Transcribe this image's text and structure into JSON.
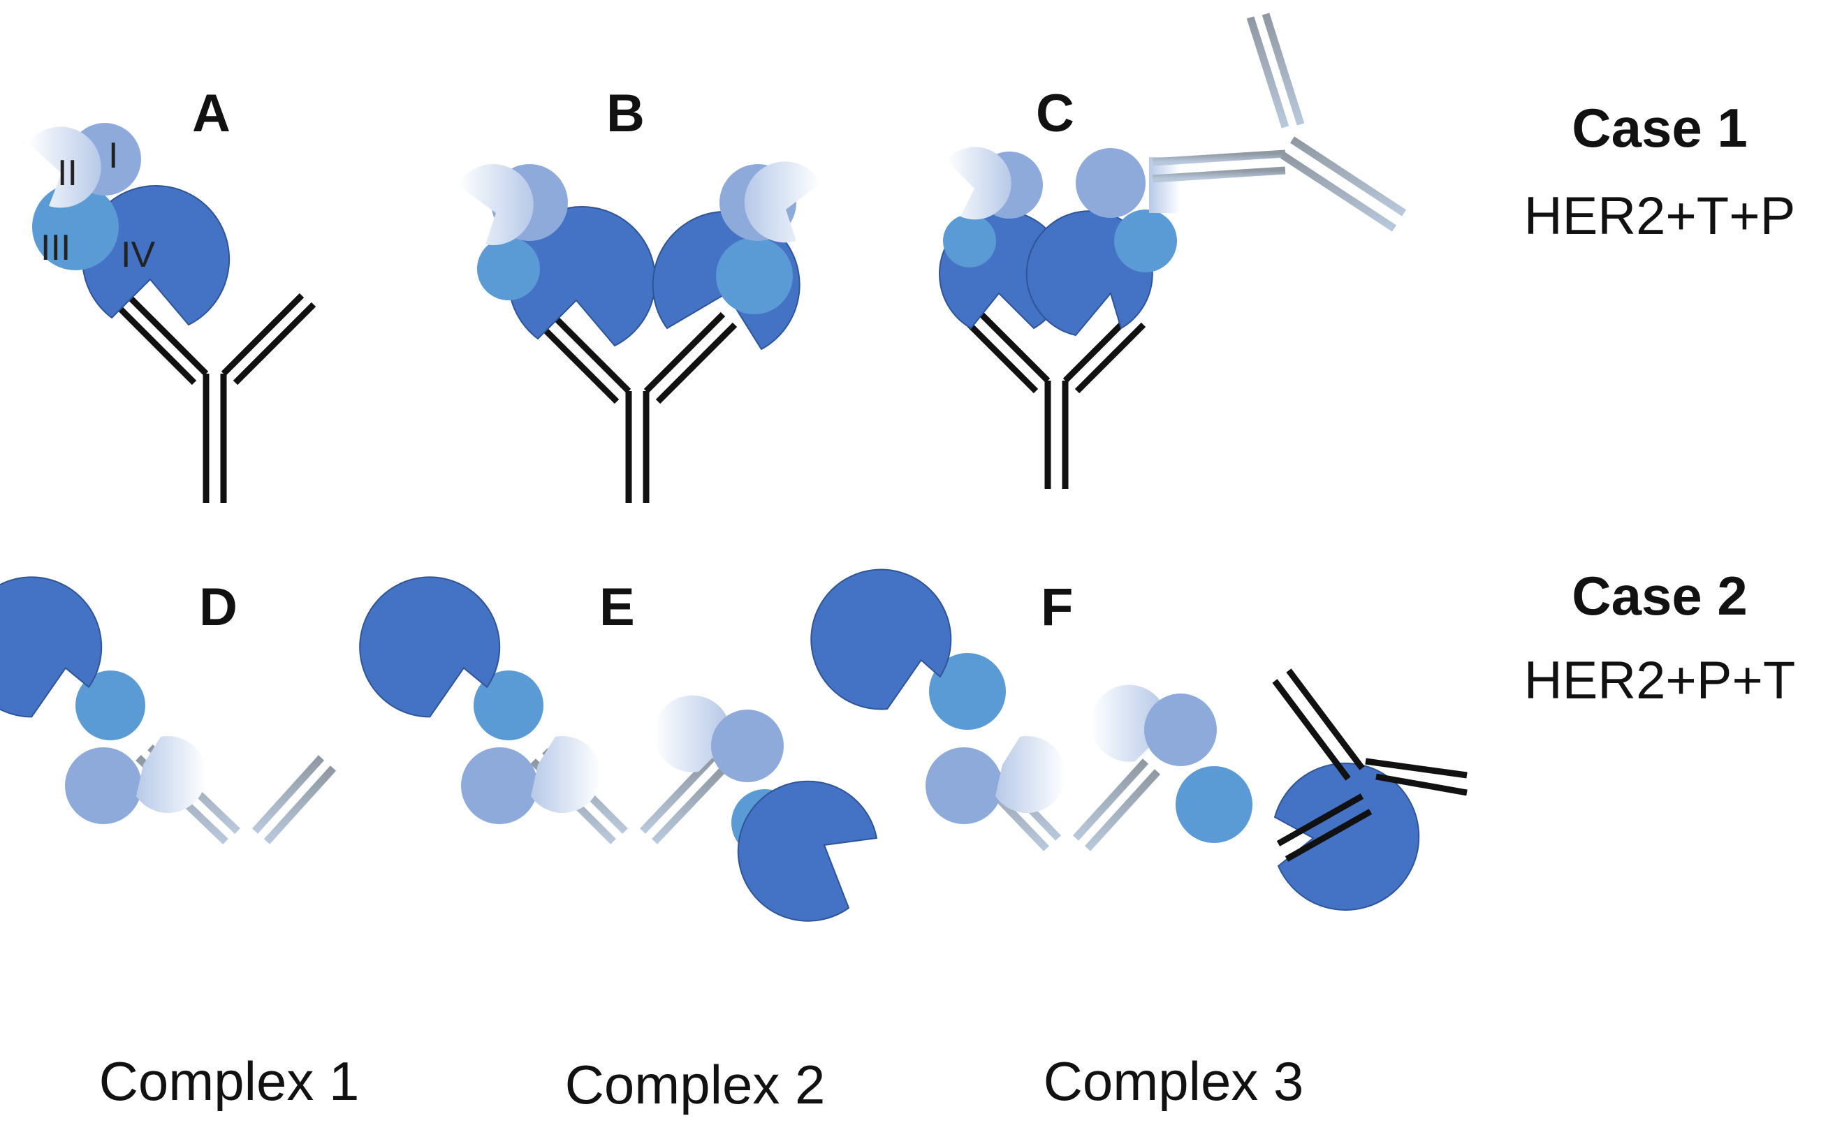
{
  "panels": {
    "a": "A",
    "b": "B",
    "c": "C",
    "d": "D",
    "e": "E",
    "f": "F"
  },
  "domains": {
    "i": "I",
    "ii": "II",
    "iii": "III",
    "iv": "IV"
  },
  "cases": [
    {
      "title": "Case 1",
      "subtitle": "HER2+T+P"
    },
    {
      "title": "Case 2",
      "subtitle": "HER2+P+T"
    }
  ],
  "complexes": [
    "Complex 1",
    "Complex 2",
    "Complex 3"
  ],
  "colors": {
    "domain_iv": "#4472c4",
    "domain_iii": "#5b9bd5",
    "domain_i": "#8eaadb",
    "domain_ii": "#dfe8f5",
    "antibody_black": "#111111",
    "antibody_gray": "#9aa3ad"
  }
}
